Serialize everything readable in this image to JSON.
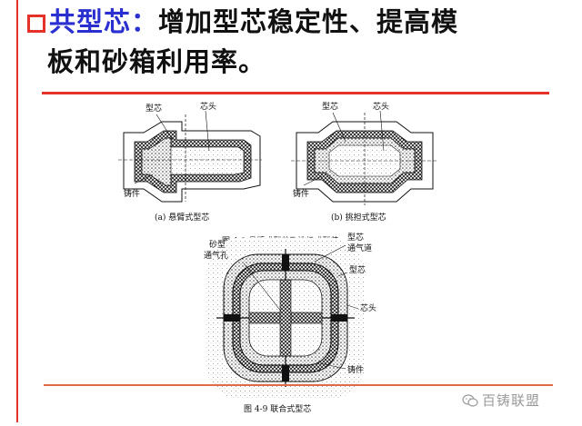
{
  "slide": {
    "title": {
      "keyword": "共型芯",
      "colon": "：",
      "line1_rest": "增加型芯稳定性、提高模",
      "line2": "板和砂箱利用率。"
    },
    "colors": {
      "accent_red": "#e4322b",
      "keyword_blue": "#2a2fd0"
    }
  },
  "figure_top": {
    "a": {
      "label_core": "型芯",
      "label_head": "芯头",
      "label_casting": "铸件",
      "caption": "(a) 悬臂式型芯"
    },
    "b": {
      "label_core": "型芯",
      "label_head": "芯头",
      "label_casting": "铸件",
      "caption": "(b) 挑担式型芯"
    },
    "caption": "图 4-8   悬臂式型芯及挑担式型芯"
  },
  "figure_bottom": {
    "label_vent_hole_1": "砂型",
    "label_vent_hole_2": "通气孔",
    "label_core_vent_1": "型芯",
    "label_core_vent_2": "通气道",
    "label_core": "型芯",
    "label_head": "芯头",
    "label_casting": "铸件",
    "caption": "图 4-9   联合式型芯"
  },
  "watermark": {
    "text": "百铸联盟",
    "icon": "wechat-icon"
  }
}
